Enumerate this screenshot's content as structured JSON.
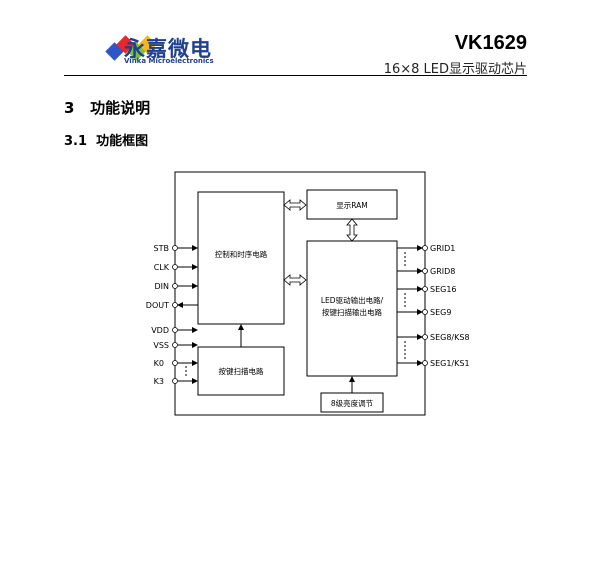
{
  "header": {
    "brand_cn": "永嘉微电",
    "brand_en": "Vinka Microelectronics",
    "doc_id": "VK1629",
    "doc_subtitle": "16×8 LED显示驱动芯片",
    "logo_colors": [
      "#2c56c9",
      "#e8262c",
      "#7ac043",
      "#f5b71d"
    ]
  },
  "section": {
    "h1_number": "3",
    "h1_title": "功能说明",
    "h2_number": "3.1",
    "h2_title": "功能框图"
  },
  "diagram": {
    "blocks": {
      "control": "控制和时序电路",
      "ram": "显示RAM",
      "driver_line1": "LED驱动输出电路/",
      "driver_line2": "按键扫描输出电路",
      "keyscan": "按键扫描电路",
      "brightness": "8级亮度调节"
    },
    "left_pins": [
      "STB",
      "CLK",
      "DIN",
      "DOUT",
      "VDD",
      "VSS",
      "K0",
      "K3"
    ],
    "right_pins": [
      "GRID1",
      "GRID8",
      "SEG16",
      "SEG9",
      "SEG8/KS8",
      "SEG1/KS1"
    ]
  }
}
